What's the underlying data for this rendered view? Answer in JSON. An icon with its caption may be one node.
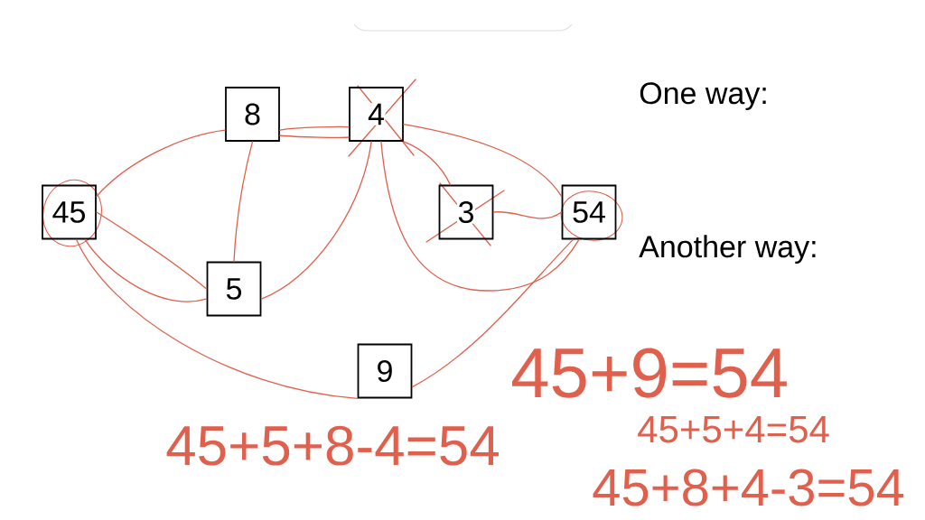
{
  "diagram": {
    "nodes": [
      {
        "text": [
          "8"
        ]
      },
      {
        "text": [
          "4"
        ]
      },
      {
        "text": [
          "45"
        ]
      },
      {
        "text": [
          "3"
        ]
      },
      {
        "text": [
          "54"
        ]
      },
      {
        "text": [
          "5"
        ]
      },
      {
        "text": [
          "9"
        ]
      }
    ],
    "edges": [
      {
        "from": 2,
        "to": 5,
        "arrow": "none"
      },
      {
        "from": 5,
        "to": 0,
        "arrow": "none"
      },
      {
        "from": 0,
        "to": 1,
        "arrow": "none"
      },
      {
        "from": 1,
        "to": 4,
        "arrow": "none"
      },
      {
        "from": 2,
        "to": 6,
        "arrow": "none"
      },
      {
        "from": 6,
        "to": 4,
        "arrow": "none"
      },
      {
        "from": 2,
        "to": 5,
        "arrow": "none"
      },
      {
        "from": 5,
        "to": 1,
        "arrow": "none"
      },
      {
        "from": 1,
        "to": 4,
        "arrow": "none"
      },
      {
        "from": 2,
        "to": 0,
        "arrow": "none"
      },
      {
        "from": 0,
        "to": 1,
        "arrow": "none"
      },
      {
        "from": 1,
        "to": 3,
        "arrow": "none"
      },
      {
        "from": 3,
        "to": 4,
        "arrow": "none"
      }
    ],
    "labels": [
      "One way:",
      "Another way:",
      "45+9=54",
      "45+5+8-4=54",
      "45+5+4=54",
      "45+8+4-3=54"
    ]
  }
}
